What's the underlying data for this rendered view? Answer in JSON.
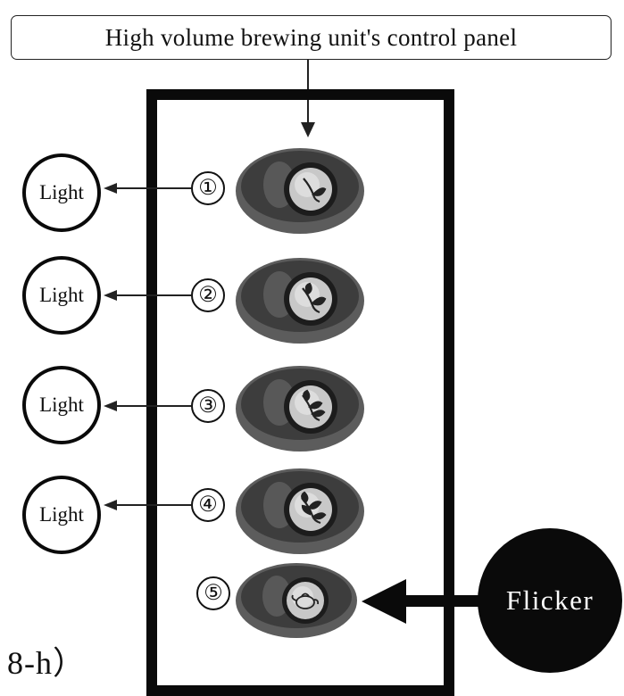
{
  "title": "High volume brewing unit's control panel",
  "rows": [
    {
      "number": "①",
      "light": "Light"
    },
    {
      "number": "②",
      "light": "Light"
    },
    {
      "number": "③",
      "light": "Light"
    },
    {
      "number": "④",
      "light": "Light"
    }
  ],
  "fifth": {
    "number": "⑤",
    "status": "Flicker"
  },
  "figure_label": "8-h）",
  "icons": [
    "leaf-icon",
    "leaf-icon",
    "leaf-icon",
    "leaf-icon",
    "kettle-icon"
  ]
}
